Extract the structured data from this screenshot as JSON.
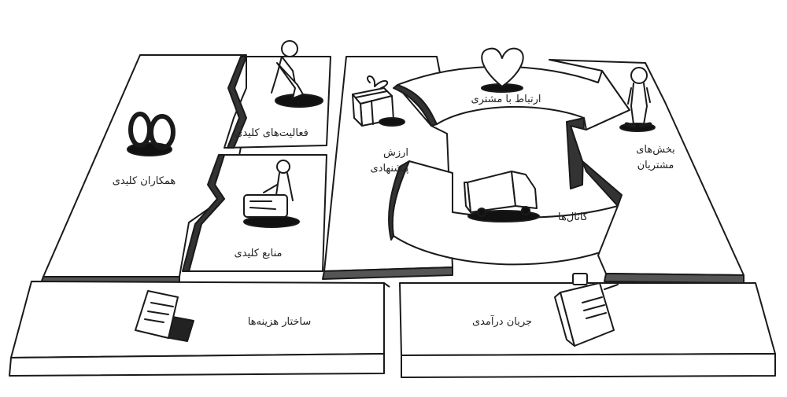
{
  "blocks": {
    "key_partners": "همکاران کلیدی",
    "key_activities": "فعالیت‌های کلیدی",
    "key_resources": "منابع کلیدی",
    "value_propositions_line1": "ارزش",
    "value_propositions_line2": "پیشنهادی",
    "customer_relationships": "ارتباط با مشتری",
    "channels": "کانال‌ها",
    "customer_segments_line1": "بخش‌های",
    "customer_segments_line2": "مشتریان",
    "cost_structure": "ساختار هزینه‌ها",
    "revenue_streams": "جریان درآمدی"
  },
  "icons": [
    "rings-icon",
    "digging-person-icon",
    "person-with-box-icon",
    "gift-box-icon",
    "heart-icon",
    "truck-icon",
    "standing-person-icon",
    "receipt-icon",
    "cash-register-icon"
  ]
}
